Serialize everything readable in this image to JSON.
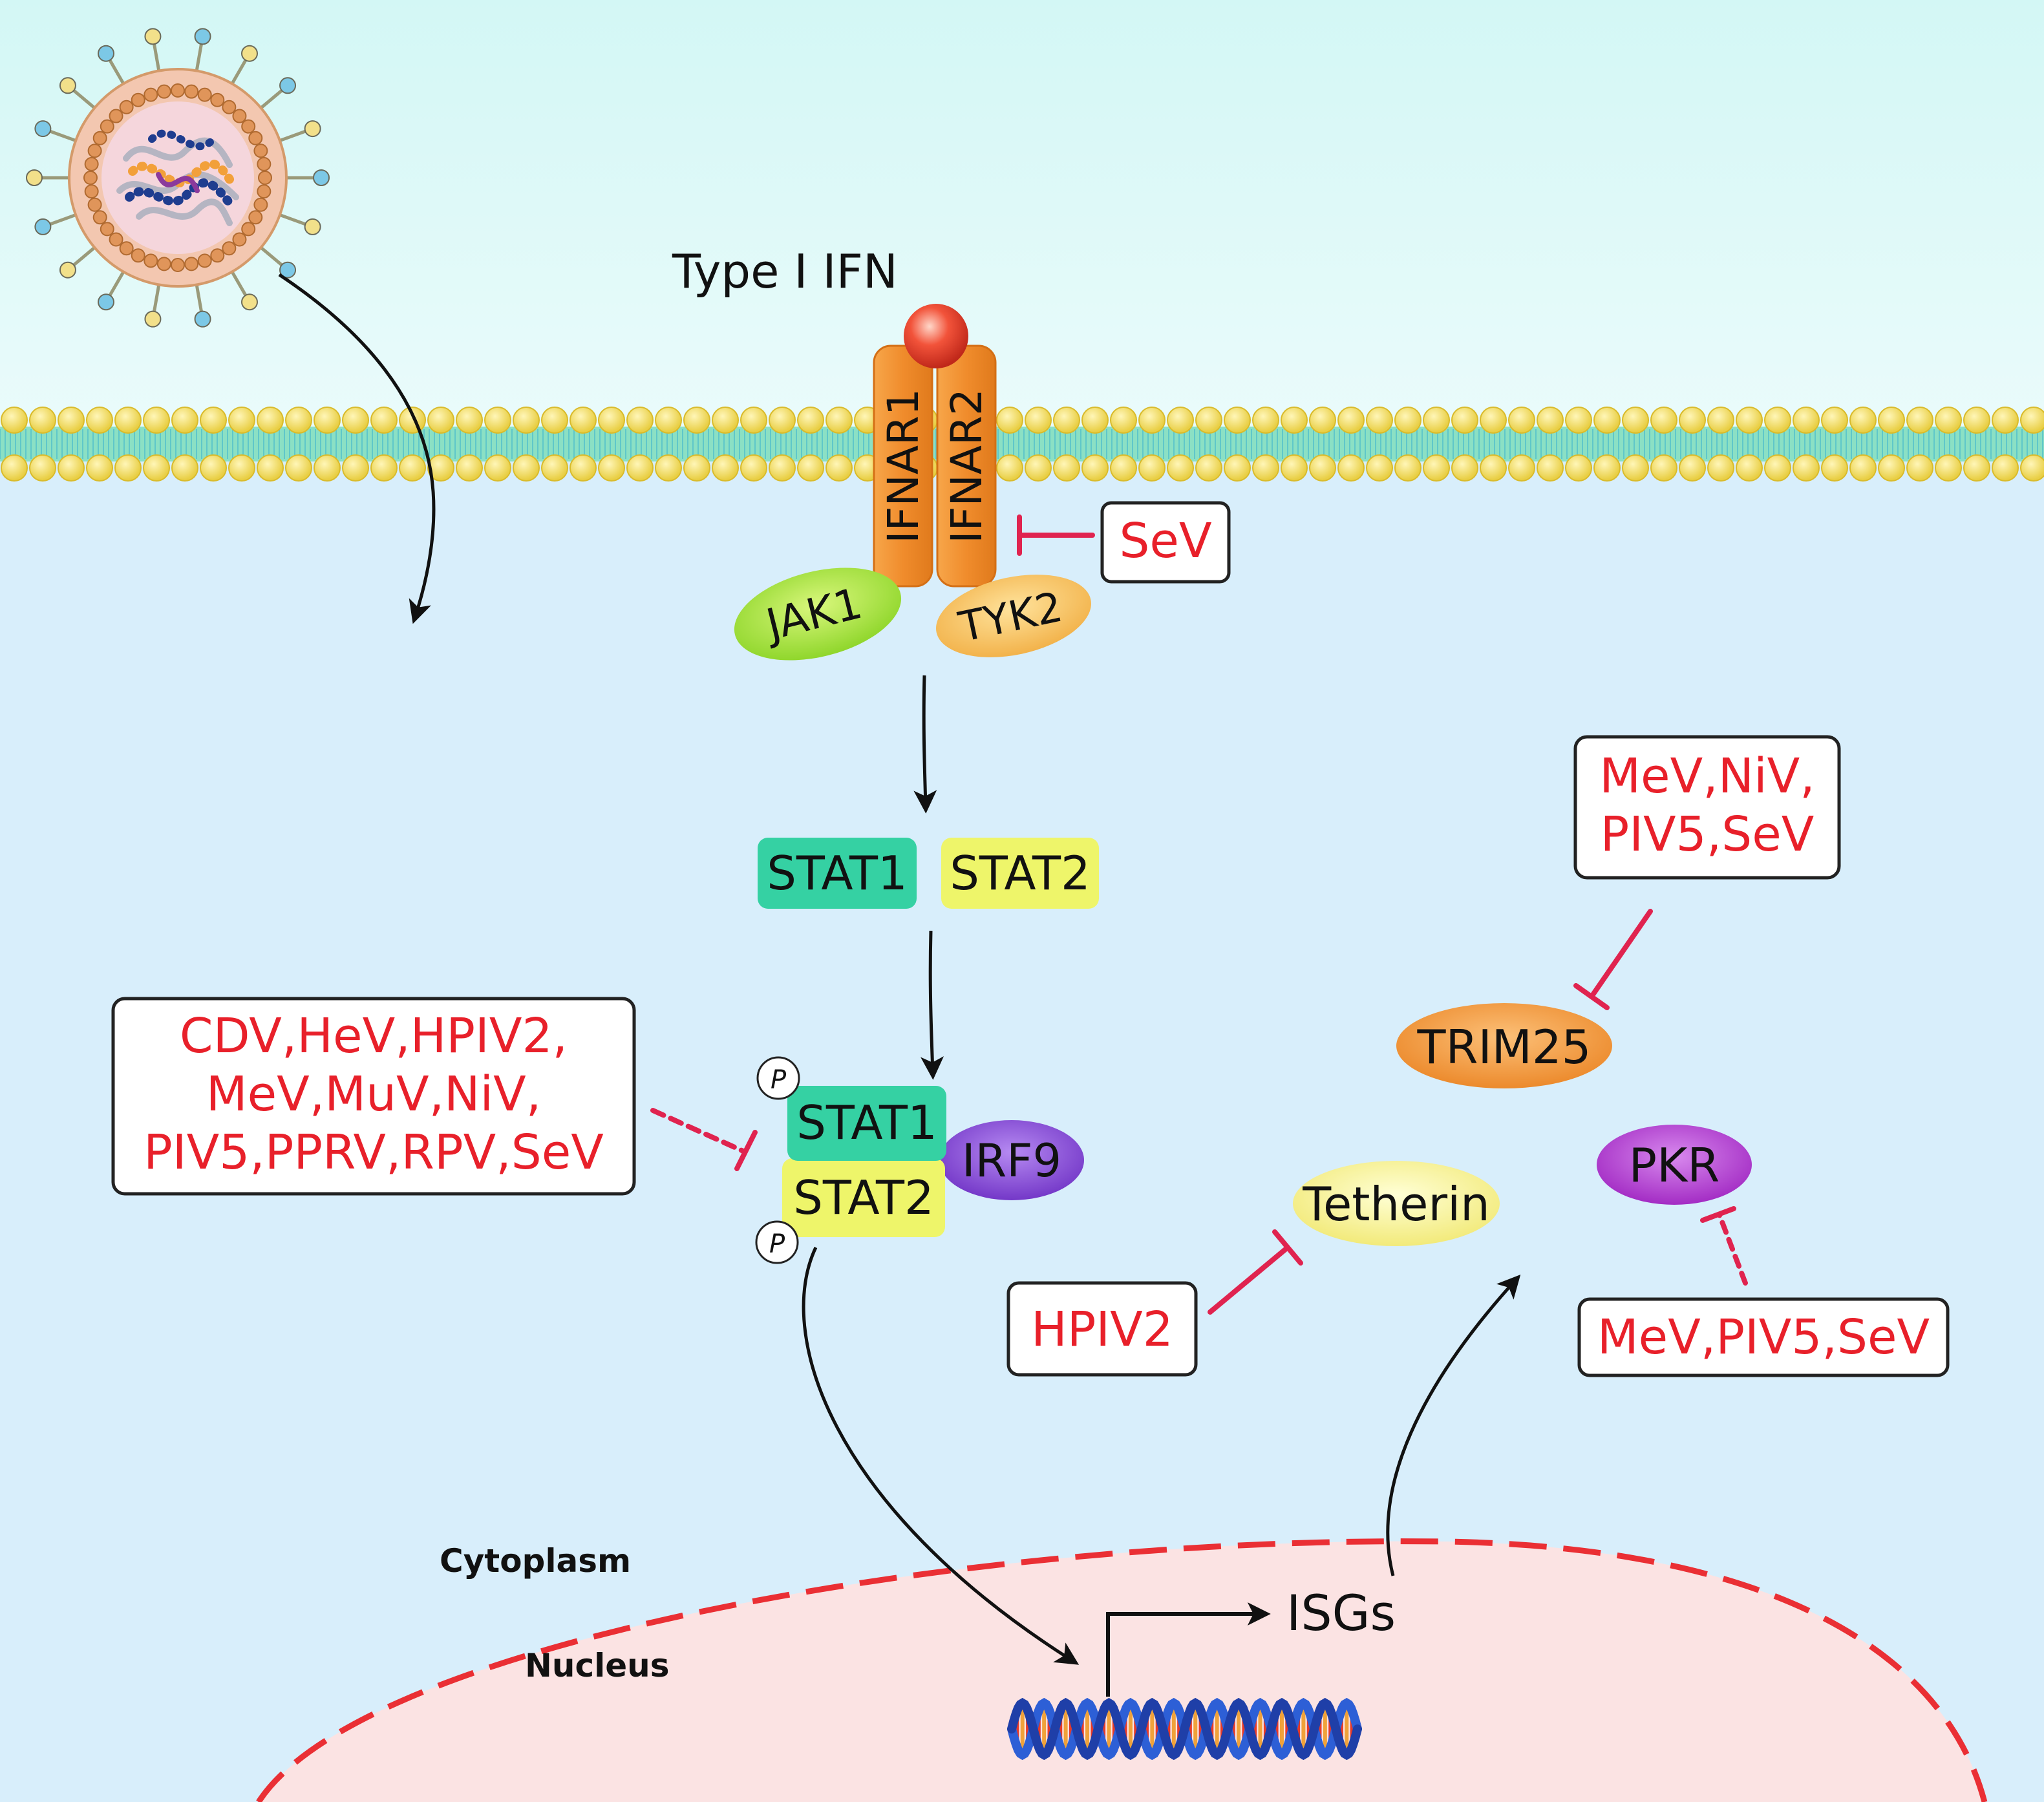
{
  "ligand": {
    "label": "Type I IFN"
  },
  "receptors": {
    "r1": "IFNAR1",
    "r2": "IFNAR2"
  },
  "kinases": {
    "jak1": "JAK1",
    "tyk2": "TYK2"
  },
  "stats": {
    "stat1": "STAT1",
    "stat2": "STAT2",
    "p_stat1": "STAT1",
    "p_stat2": "STAT2",
    "irf9": "IRF9",
    "phospho": "P"
  },
  "inhibitors": {
    "receptor_virus": "SeV",
    "stat_virus_lines": [
      "CDV,HeV,HPIV2,",
      "MeV,MuV,NiV,",
      "PIV5,PPRV,RPV,SeV"
    ],
    "trim25_virus_lines": [
      "MeV,NiV,",
      "PIV5,SeV"
    ],
    "tetherin_virus": "HPIV2",
    "pkr_virus": "MeV,PIV5,SeV"
  },
  "effectors": {
    "trim25": "TRIM25",
    "tetherin": "Tetherin",
    "pkr": "PKR"
  },
  "compartments": {
    "cytoplasm": "Cytoplasm",
    "nucleus": "Nucleus"
  },
  "genes": {
    "isgs": "ISGs"
  },
  "colors": {
    "inhibitor_text": "#e8202a",
    "inhibit_arrow": "#e0234f",
    "extracellular": "#d6f8f6",
    "cytoplasm": "#d8eefb",
    "nucleus": "#fbe3e3",
    "membrane_head": "#f6e27a",
    "membrane_core": "#8be0c4",
    "receptor": "#f08c2c",
    "stat1": "#35d1a3",
    "stat2": "#eef56a",
    "irf9": "#8c4ed8",
    "pkr": "#b43fd0",
    "trim25": "#f39a3c",
    "tetherin": "#f7f3a0",
    "jak1": "#9fe23a",
    "tyk2": "#f5c463"
  }
}
